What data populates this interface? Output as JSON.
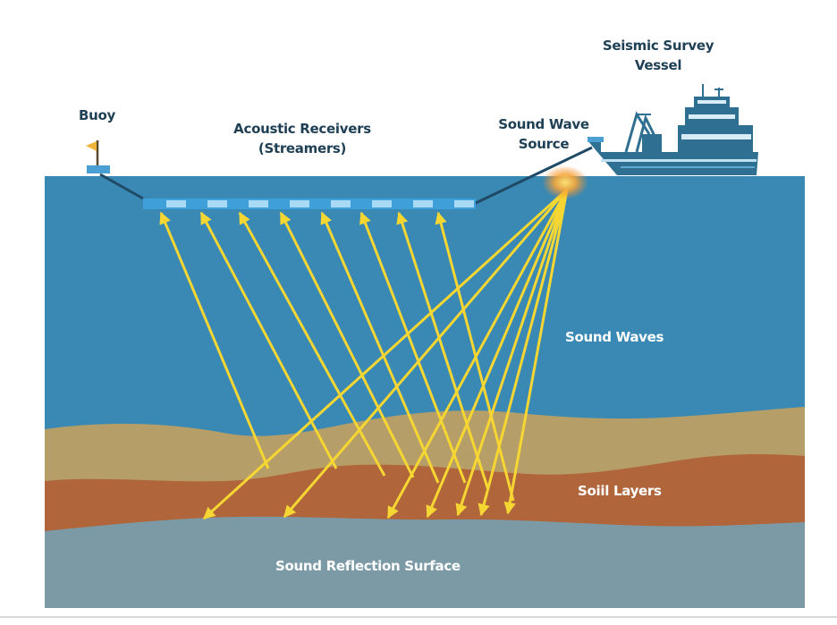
{
  "labels": {
    "buoy": "Buoy",
    "receivers_line1": "Acoustic Receivers",
    "receivers_line2": "(Streamers)",
    "source_line1": "Sound Wave",
    "source_line2": "Source",
    "vessel_line1": "Seismic Survey",
    "vessel_line2": "Vessel",
    "sound_waves": "Sound Waves",
    "soil_layers": "Soiil Layers",
    "reflection_surface": "Sound Reflection Surface"
  },
  "colors": {
    "water": "#3a89b4",
    "sand": "#b69e68",
    "soil": "#b0663a",
    "bedrock": "#7b9aa6",
    "ray": "#f6d632",
    "hull": "#2f6f92",
    "text_dark": "#1f3f55"
  }
}
